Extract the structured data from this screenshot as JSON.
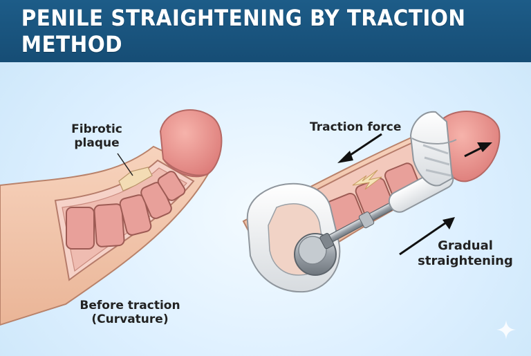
{
  "title": "PENILE STRAIGHTENING BY TRACTION METHOD",
  "labels": {
    "fibrotic_plaque": "Fibrotic plaque",
    "before_traction_line1": "Before traction",
    "before_traction_line2": "(Curvature)",
    "traction_force": "Traction force",
    "gradual_line1": "Gradual",
    "gradual_line2": "straightening"
  },
  "colors": {
    "header": "#1a5a86",
    "skin": "#f2c4a8",
    "glans": "#e88f8c",
    "tissue": "#e9a19a",
    "device": "#f2f3f4"
  },
  "icons": {
    "watermark": "sparkle-icon"
  }
}
